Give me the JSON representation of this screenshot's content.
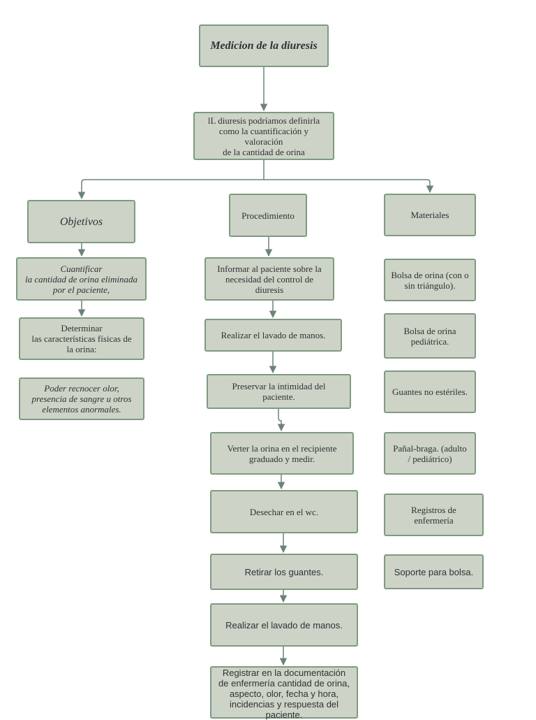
{
  "title": "Medicion de la diuresis",
  "definition": "lL diuresis podríamos definirla\ncomo la cuantificación y\nvaloración\nde la cantidad de orina",
  "branches": {
    "objetivos": "Objetivos",
    "procedimiento": "Procedimiento",
    "materiales": "Materiales"
  },
  "objetivos": [
    "Cuantificar\nla cantidad de orina eliminada\npor el paciente,",
    "Determinar\nlas características físicas de\nla orina:",
    "Poder recnocer olor,\npresencia de sangre u otros\nelementos anormales."
  ],
  "procedimiento": [
    "Informar al paciente sobre la\nnecesidad del control de\ndiuresis",
    "Realizar el lavado de manos.",
    "Preservar la intimidad del\npaciente.",
    "Verter la orina en el recipiente\ngraduado y medir.",
    "Desechar en el wc.",
    "Retirar los guantes.",
    "Realizar el lavado de manos.",
    "Registrar en la documentación\nde enfermería cantidad de orina,\naspecto, olor, fecha y hora,\nincidencias y respuesta del\npaciente."
  ],
  "materiales": [
    "Bolsa de orina (con o\nsin triángulo).",
    "Bolsa de orina\npediátrica.",
    "Guantes no estériles.",
    "Pañal-braga. (adulto\n/ pediátrico)",
    "Registros de\nenfermería",
    "Soporte para bolsa."
  ],
  "colors": {
    "box_fill": "#cdd3c6",
    "box_border": "#7d9a82",
    "connector": "#6b8378",
    "text": "#2e3236"
  }
}
